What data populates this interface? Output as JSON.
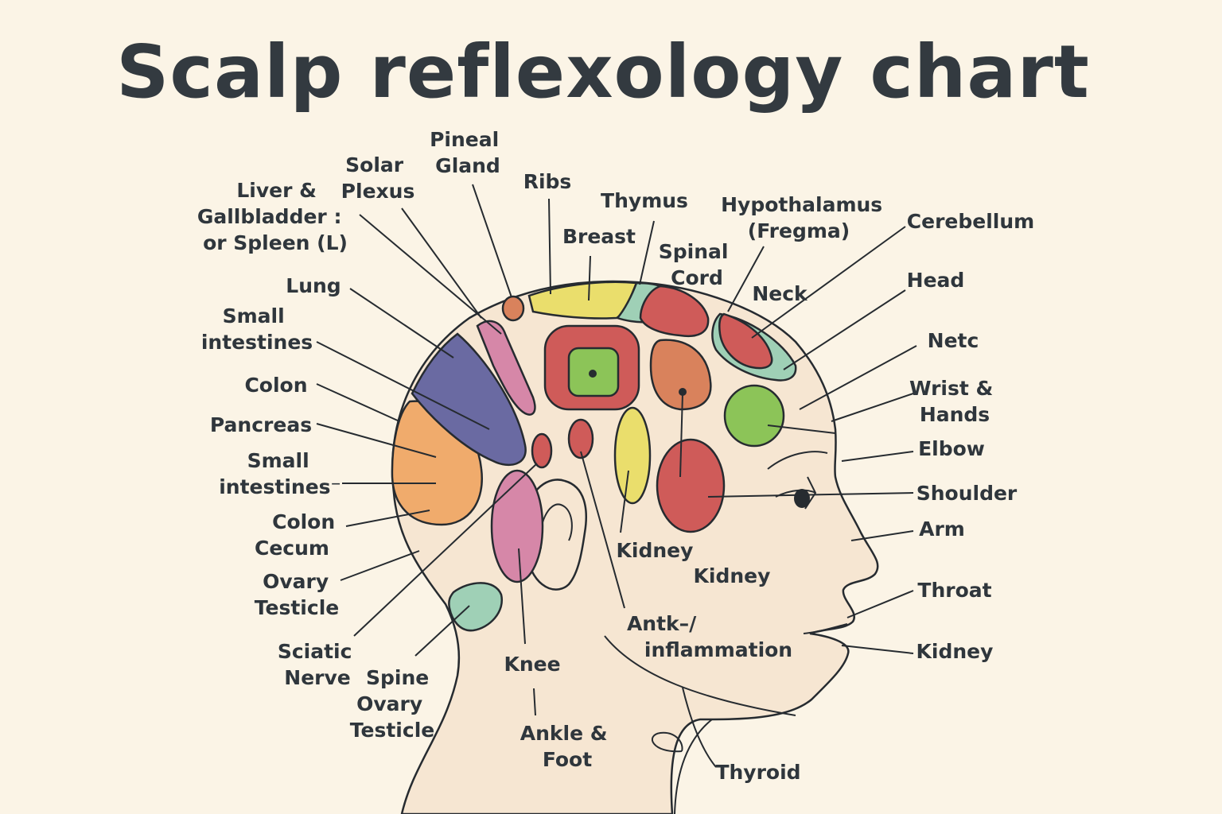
{
  "title": "Scalp reflexology chart",
  "colors": {
    "background": "#fbf4e6",
    "skin": "#f6e6d2",
    "red": "#cf5b59",
    "orange": "#f0ab6c",
    "purple": "#6a6aa2",
    "pink": "#d687a8",
    "yellow": "#eade6c",
    "green": "#8cc458",
    "mint": "#9fd0b6",
    "terracotta": "#d9825c",
    "line": "#262b30",
    "text": "#2f363c"
  },
  "labels": {
    "pineal_gland": [
      "Pineal",
      "Gland"
    ],
    "solar_plexus": [
      "Solar",
      "Plexus"
    ],
    "liver": [
      "Liver &",
      "Gallbladder :",
      "or Spleen (L)"
    ],
    "ribs": [
      "Ribs"
    ],
    "thymus": [
      "Thymus"
    ],
    "breast": [
      "Breast"
    ],
    "hypothalamus": [
      "Hypothalamus",
      "(Fregma)"
    ],
    "cerebellum": [
      "Cerebellum"
    ],
    "spinal_cord": [
      "Spinal",
      "Cord"
    ],
    "neck": [
      "Neck"
    ],
    "head": [
      "Head"
    ],
    "lung": [
      "Lung"
    ],
    "small_intestines_1": [
      "Small",
      "intestines"
    ],
    "netc": [
      "Netc"
    ],
    "colon_1": [
      "Colon"
    ],
    "wrist_hands": [
      "Wrist &",
      "Hands"
    ],
    "pancreas": [
      "Pancreas"
    ],
    "elbow": [
      "Elbow"
    ],
    "small_intestines_2": [
      "Small",
      "intestines⁻"
    ],
    "shoulder": [
      "Shoulder"
    ],
    "colon_cecum": [
      "Colon",
      "Cecum"
    ],
    "arm": [
      "Arm"
    ],
    "kidney_1": [
      "Kidney"
    ],
    "kidney_2": [
      "Kidney"
    ],
    "ovary_testicle_1": [
      "Ovary",
      "Testicle"
    ],
    "throat": [
      "Throat"
    ],
    "antk": [
      "Antk–/",
      "inflammation"
    ],
    "sciatic_nerve": [
      "Sciatic",
      "Nerve"
    ],
    "kidney_3": [
      "Kidney"
    ],
    "spine_ovary_testicle": [
      "Spine",
      "Ovary",
      "Testicle"
    ],
    "knee": [
      "Knee"
    ],
    "ankle_foot": [
      "Ankle &",
      "Foot"
    ],
    "thyroid": [
      "Thyroid"
    ]
  }
}
